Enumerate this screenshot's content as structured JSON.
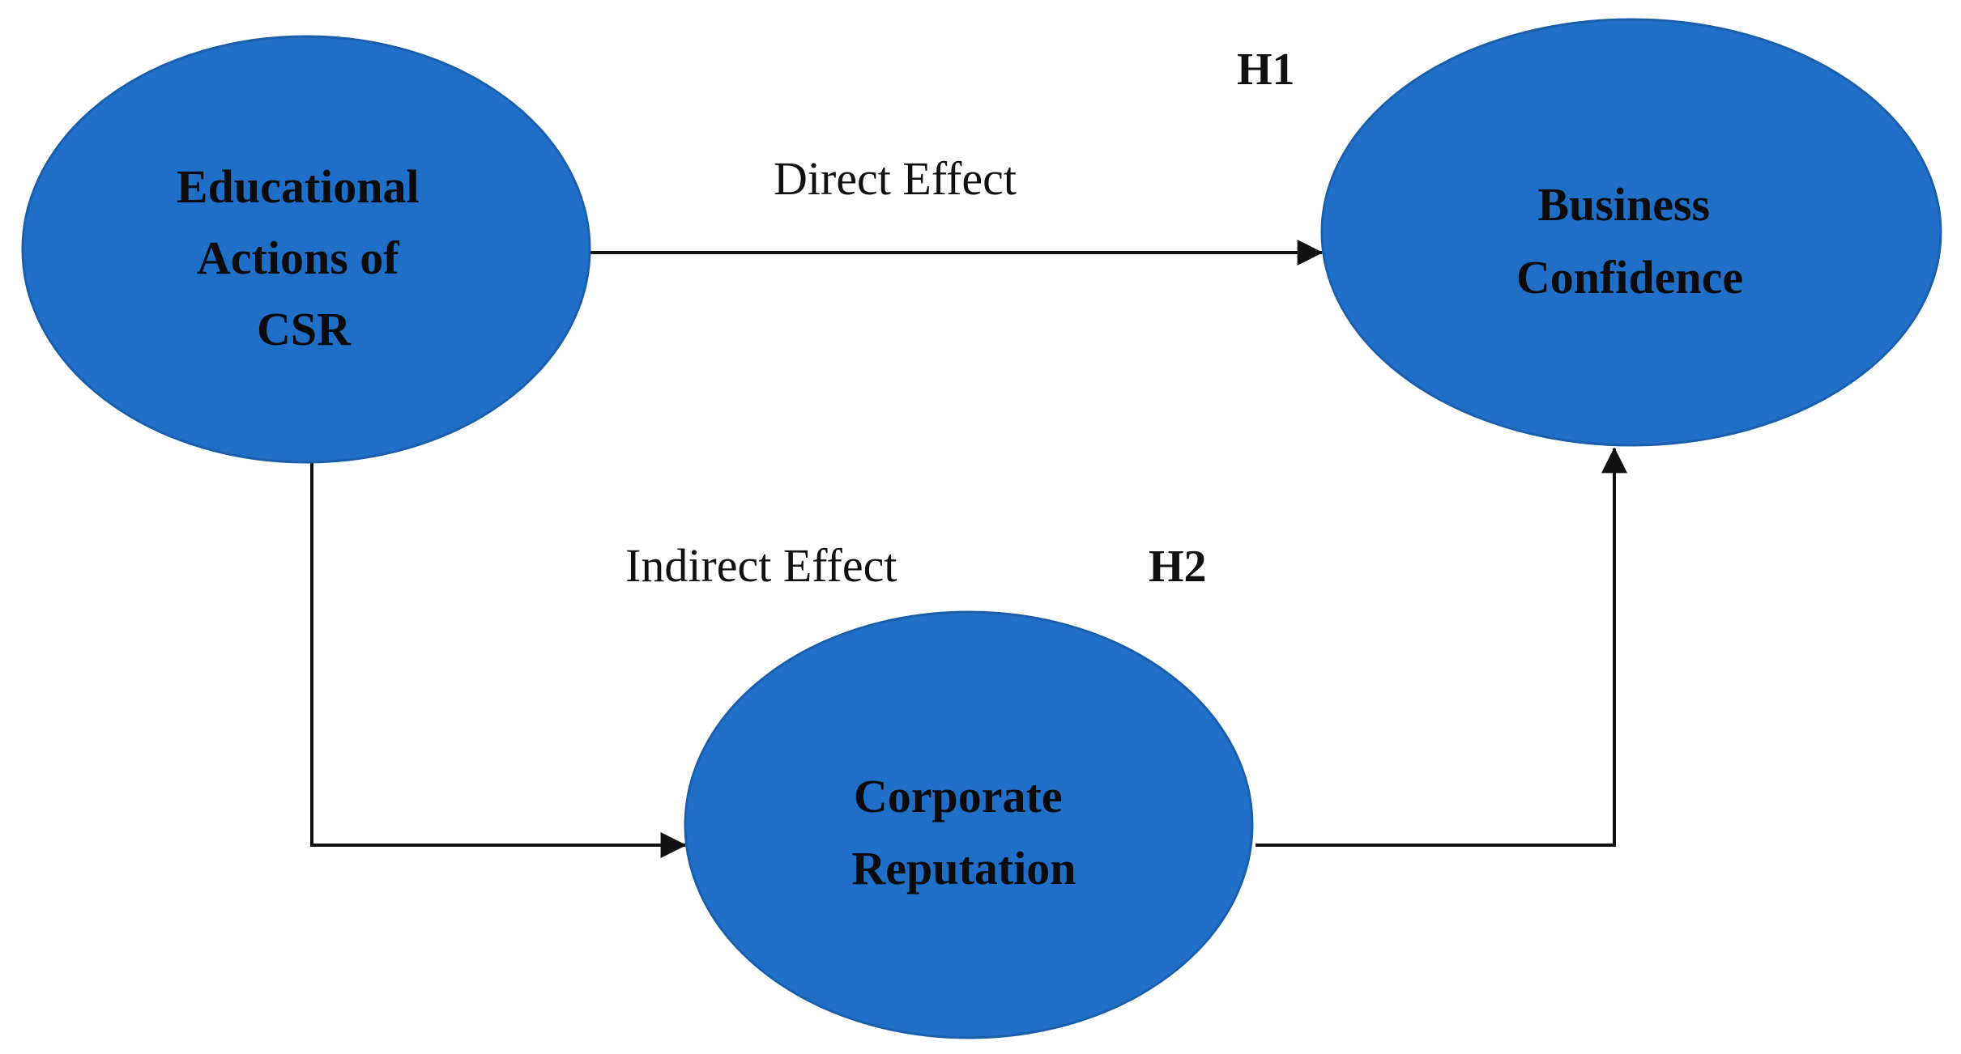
{
  "colors": {
    "node_fill": "#1f6fc8",
    "node_stroke": "#1a5fae",
    "line": "#111111",
    "text": "#0b0b0b"
  },
  "nodes": {
    "csr": {
      "label_lines": [
        "Educational",
        "Actions of",
        "CSR"
      ]
    },
    "business": {
      "label_lines": [
        "Business",
        "Confidence"
      ]
    },
    "reputation": {
      "label_lines": [
        "Corporate",
        "Reputation"
      ]
    }
  },
  "edges": {
    "direct": {
      "label": "Direct Effect"
    },
    "indirect": {
      "label": "Indirect Effect"
    }
  },
  "hypotheses": {
    "h1": "H1",
    "h2": "H2"
  }
}
